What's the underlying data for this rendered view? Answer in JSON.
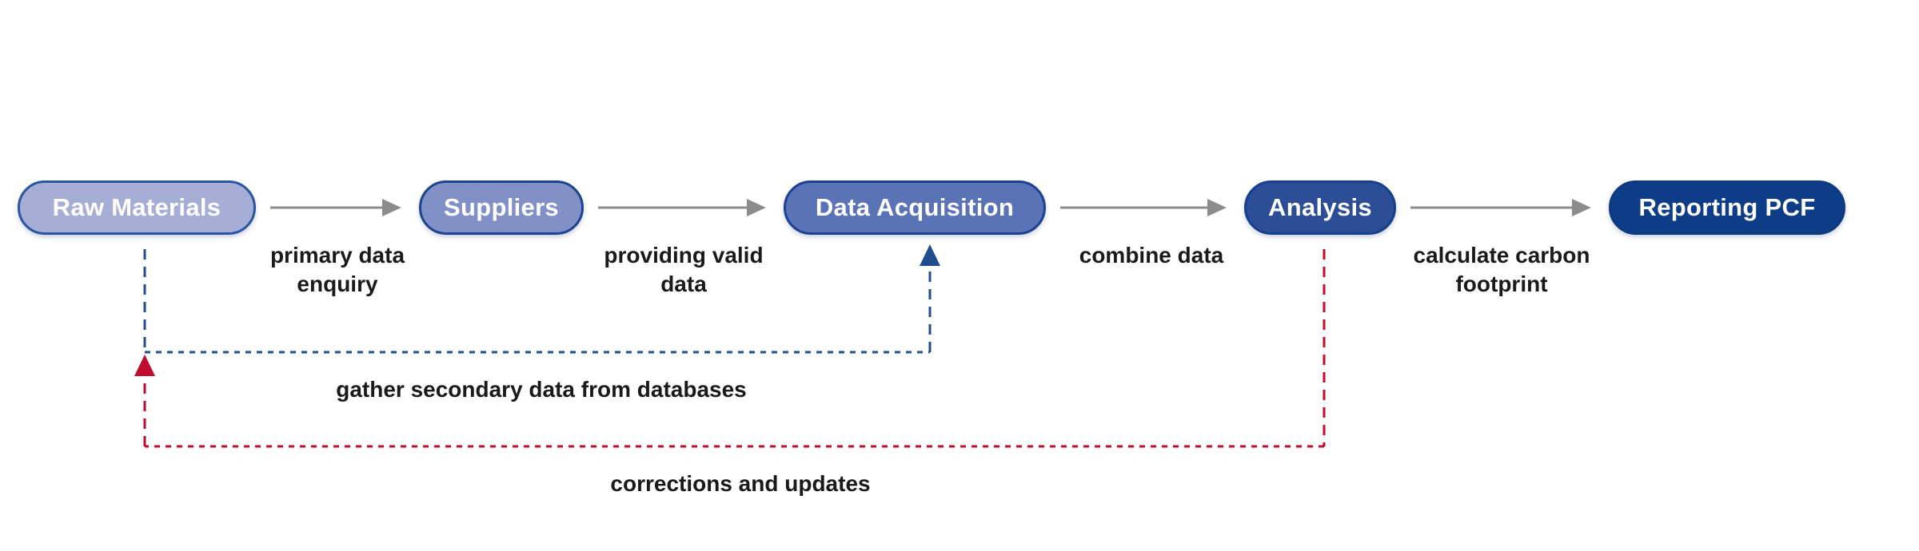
{
  "diagram": {
    "background": "#ffffff",
    "nodes": [
      {
        "id": "raw-materials",
        "label": "Raw Materials",
        "fill": "#a6aed6",
        "border": "#2b55a0",
        "text_color": "#ffffff"
      },
      {
        "id": "suppliers",
        "label": "Suppliers",
        "fill": "#8191c8",
        "border": "#1e448f",
        "text_color": "#ffffff"
      },
      {
        "id": "data-acquisition",
        "label": "Data Acquisition",
        "fill": "#5a72b6",
        "border": "#1c428f",
        "text_color": "#ffffff"
      },
      {
        "id": "analysis",
        "label": "Analysis",
        "fill": "#2d4d97",
        "border": "#16408c",
        "text_color": "#ffffff"
      },
      {
        "id": "reporting-pcf",
        "label": "Reporting PCF",
        "fill": "#0e3d87",
        "border": "#0d3a80",
        "text_color": "#ffffff"
      }
    ],
    "flow_labels": [
      {
        "text": "primary data\nenquiry"
      },
      {
        "text": "providing valid\ndata"
      },
      {
        "text": "combine data"
      },
      {
        "text": "calculate carbon\nfootprint"
      }
    ],
    "feedback_loops": [
      {
        "id": "secondary-data",
        "text": "gather secondary data from databases",
        "color": "#1f4e8f",
        "from": "Raw Materials",
        "to": "Data Acquisition",
        "style": "dashed"
      },
      {
        "id": "corrections",
        "text": "corrections and updates",
        "color": "#c00a2e",
        "from": "Analysis",
        "to": "Raw Materials",
        "style": "dashed"
      }
    ],
    "colors": {
      "arrow": "#8c8c8c",
      "label_text": "#1a1a1a"
    }
  }
}
